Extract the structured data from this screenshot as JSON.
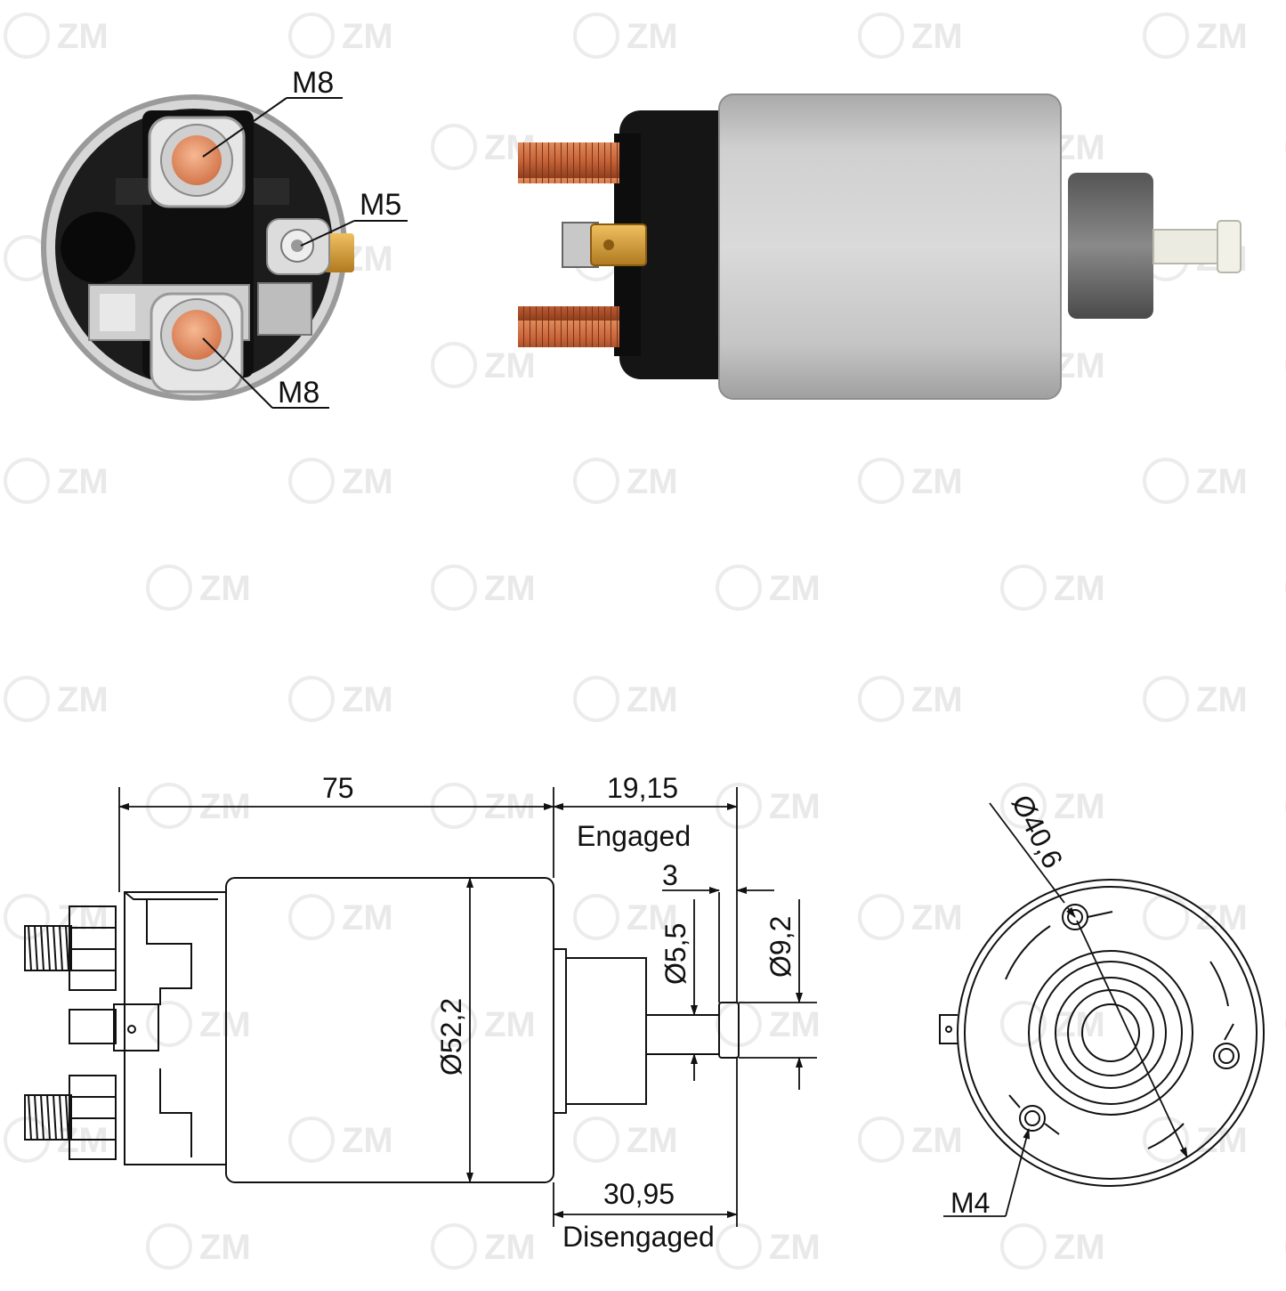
{
  "watermark": {
    "text": "ZM"
  },
  "photo_labels": {
    "top_stud": "M8",
    "signal_stud": "M5",
    "bottom_stud": "M8"
  },
  "dimensions": {
    "body_length": "75",
    "engaged_stroke": "19,15",
    "engaged_label": "Engaged",
    "disengaged_stroke": "30,95",
    "disengaged_label": "Disengaged",
    "tip_length": "3",
    "plunger_diameter": "Ø5,5",
    "tip_diameter": "Ø9,2",
    "body_diameter": "Ø52,2",
    "bolt_circle_diameter": "Ø40,6",
    "mount_thread": "M4"
  },
  "colors": {
    "copper": "#c8643a",
    "steel": "#c9c9c9",
    "black_cap": "#161616",
    "line": "#111111",
    "watermark": "#e9e9e9"
  }
}
